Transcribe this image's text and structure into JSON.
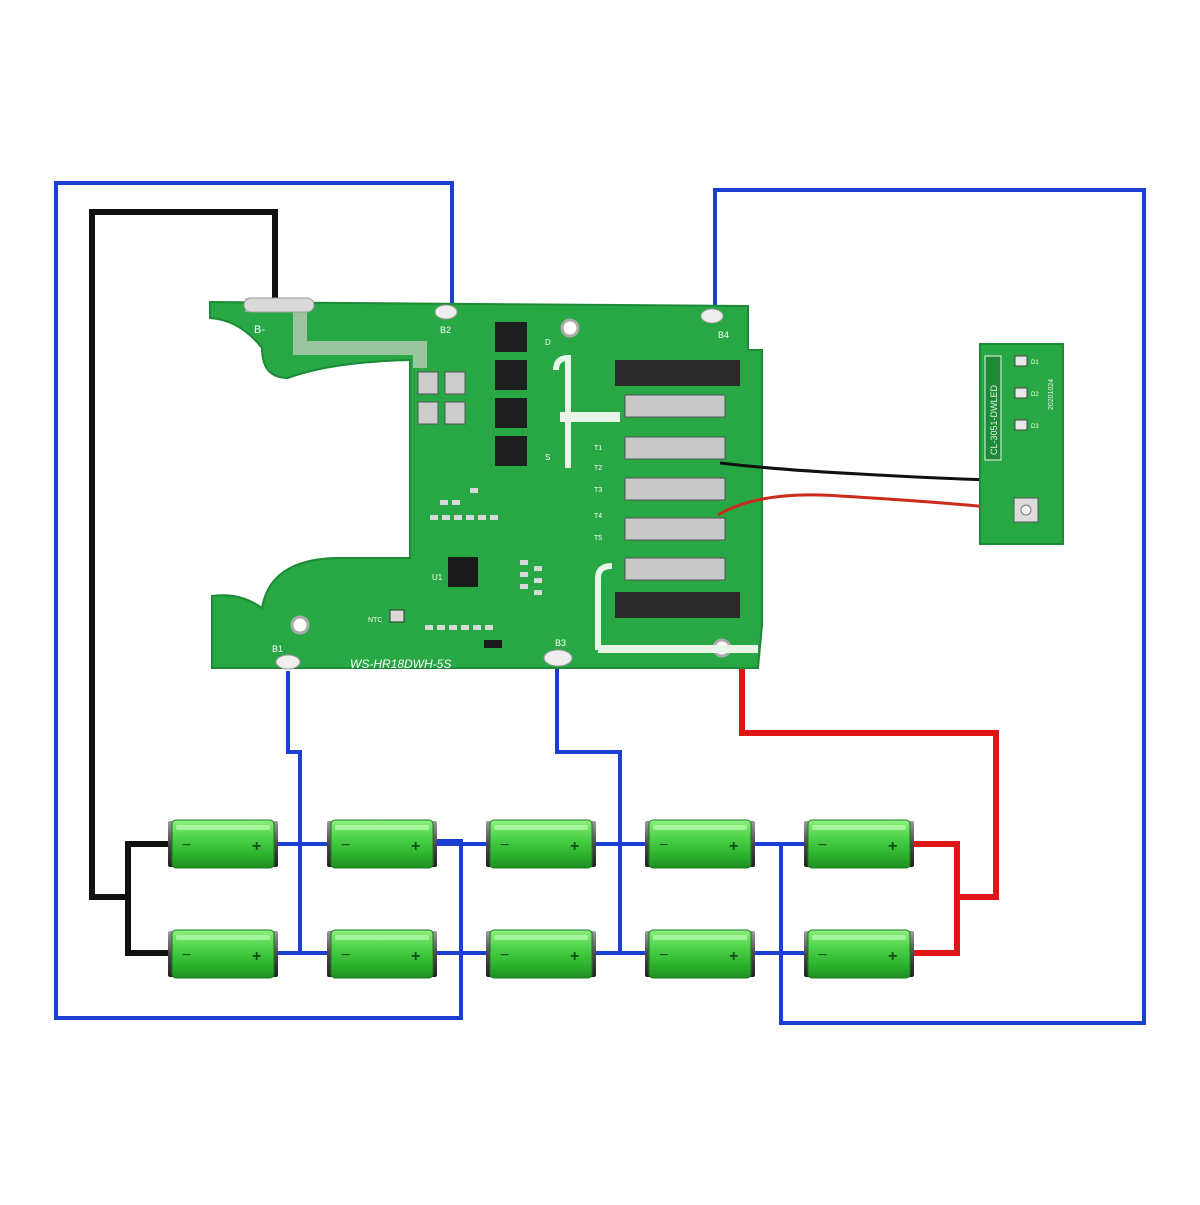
{
  "board": {
    "model": "WS-HR18DWH-5S",
    "labels": {
      "b_minus": "B-",
      "b1": "B1",
      "b2": "B2",
      "b3": "B3",
      "b4": "B4",
      "u1": "U1",
      "d": "D",
      "s": "S",
      "ntc": "NTC"
    },
    "terminal_labels": [
      "T1",
      "T2",
      "T3",
      "T4",
      "T5"
    ]
  },
  "led_board": {
    "model": "CL-3051-DWLED",
    "date": "20201024",
    "leds": [
      "D1",
      "D2",
      "D3"
    ]
  },
  "battery": {
    "minus_sign": "−",
    "plus_sign": "+"
  },
  "colors": {
    "board_green": "#27a844",
    "board_green_dark": "#1c8a36",
    "blue_wire": "#1a3fd1",
    "black_wire": "#111111",
    "red_wire": "#e01515",
    "cell_green": "#4dd04a",
    "cell_cap": "#4a4a4a"
  }
}
